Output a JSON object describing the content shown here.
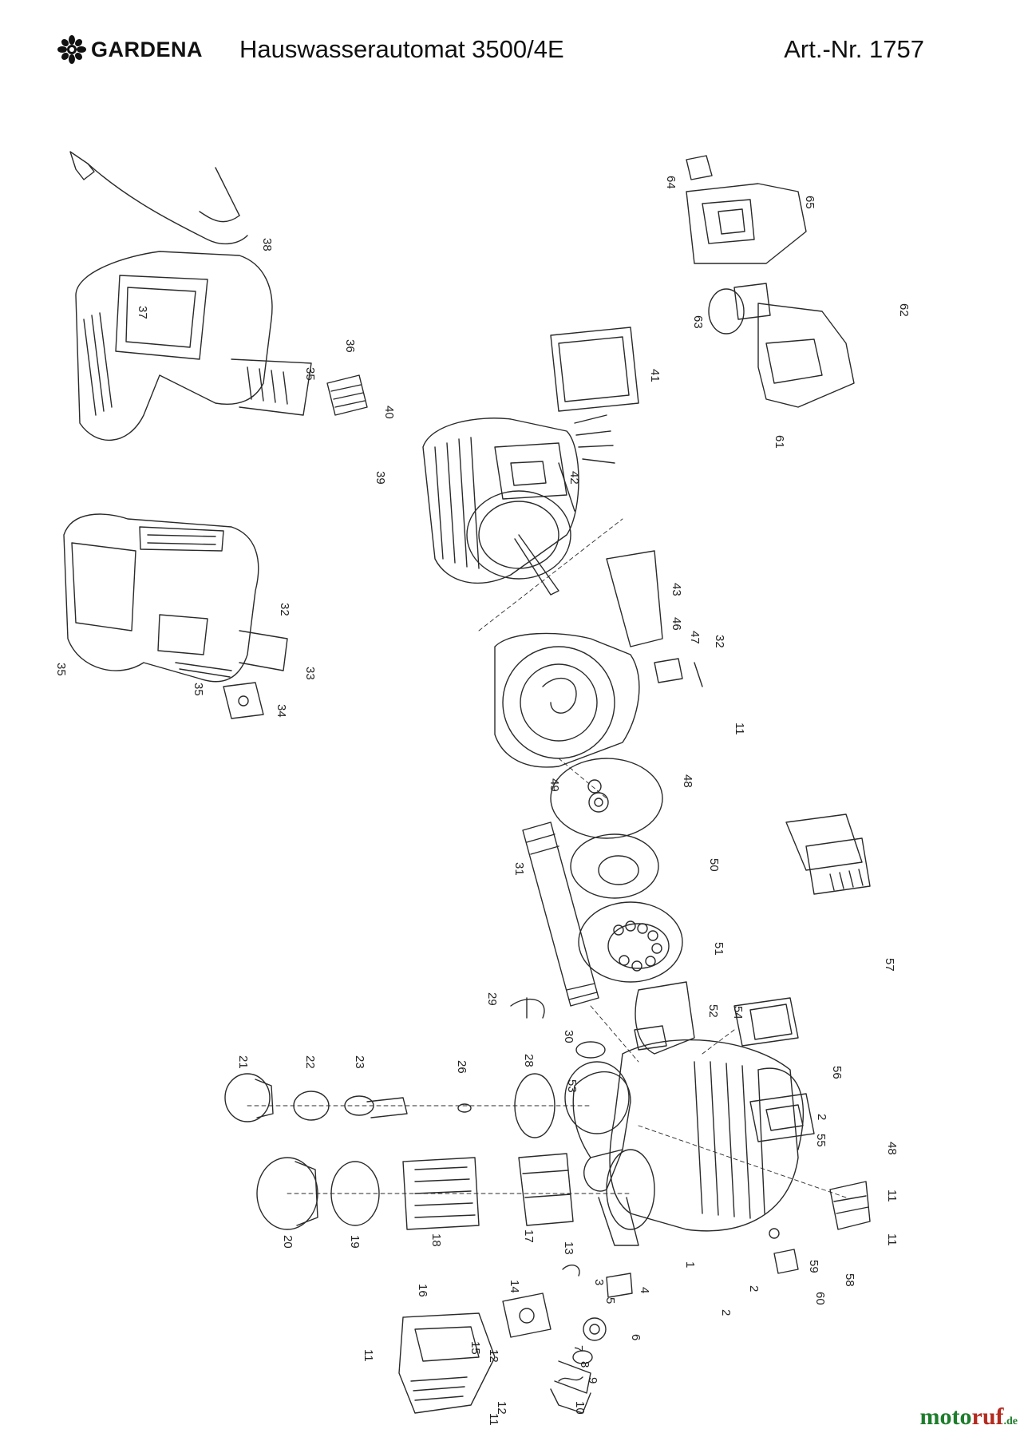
{
  "header": {
    "brand": "GARDENA",
    "title": "Hauswasserautomat 3500/4E",
    "article_number": "Art.-Nr. 1757"
  },
  "part_numbers": [
    "1",
    "2",
    "2",
    "2",
    "3",
    "4",
    "5",
    "6",
    "7",
    "8",
    "9",
    "10",
    "11",
    "11",
    "11",
    "11",
    "11",
    "12",
    "12",
    "13",
    "14",
    "15",
    "16",
    "17",
    "18",
    "19",
    "20",
    "21",
    "22",
    "23",
    "26",
    "28",
    "29",
    "30",
    "31",
    "32",
    "32",
    "33",
    "34",
    "35",
    "35",
    "35",
    "36",
    "37",
    "38",
    "39",
    "40",
    "41",
    "42",
    "43",
    "46",
    "47",
    "48",
    "48",
    "49",
    "50",
    "51",
    "52",
    "53",
    "54",
    "55",
    "56",
    "57",
    "58",
    "59",
    "60",
    "61",
    "62",
    "63",
    "64",
    "65"
  ],
  "watermark": {
    "part1": "moto",
    "part2": "ruf",
    "part3": ".de"
  },
  "colors": {
    "line": "#2a2a2a",
    "background": "#ffffff"
  }
}
